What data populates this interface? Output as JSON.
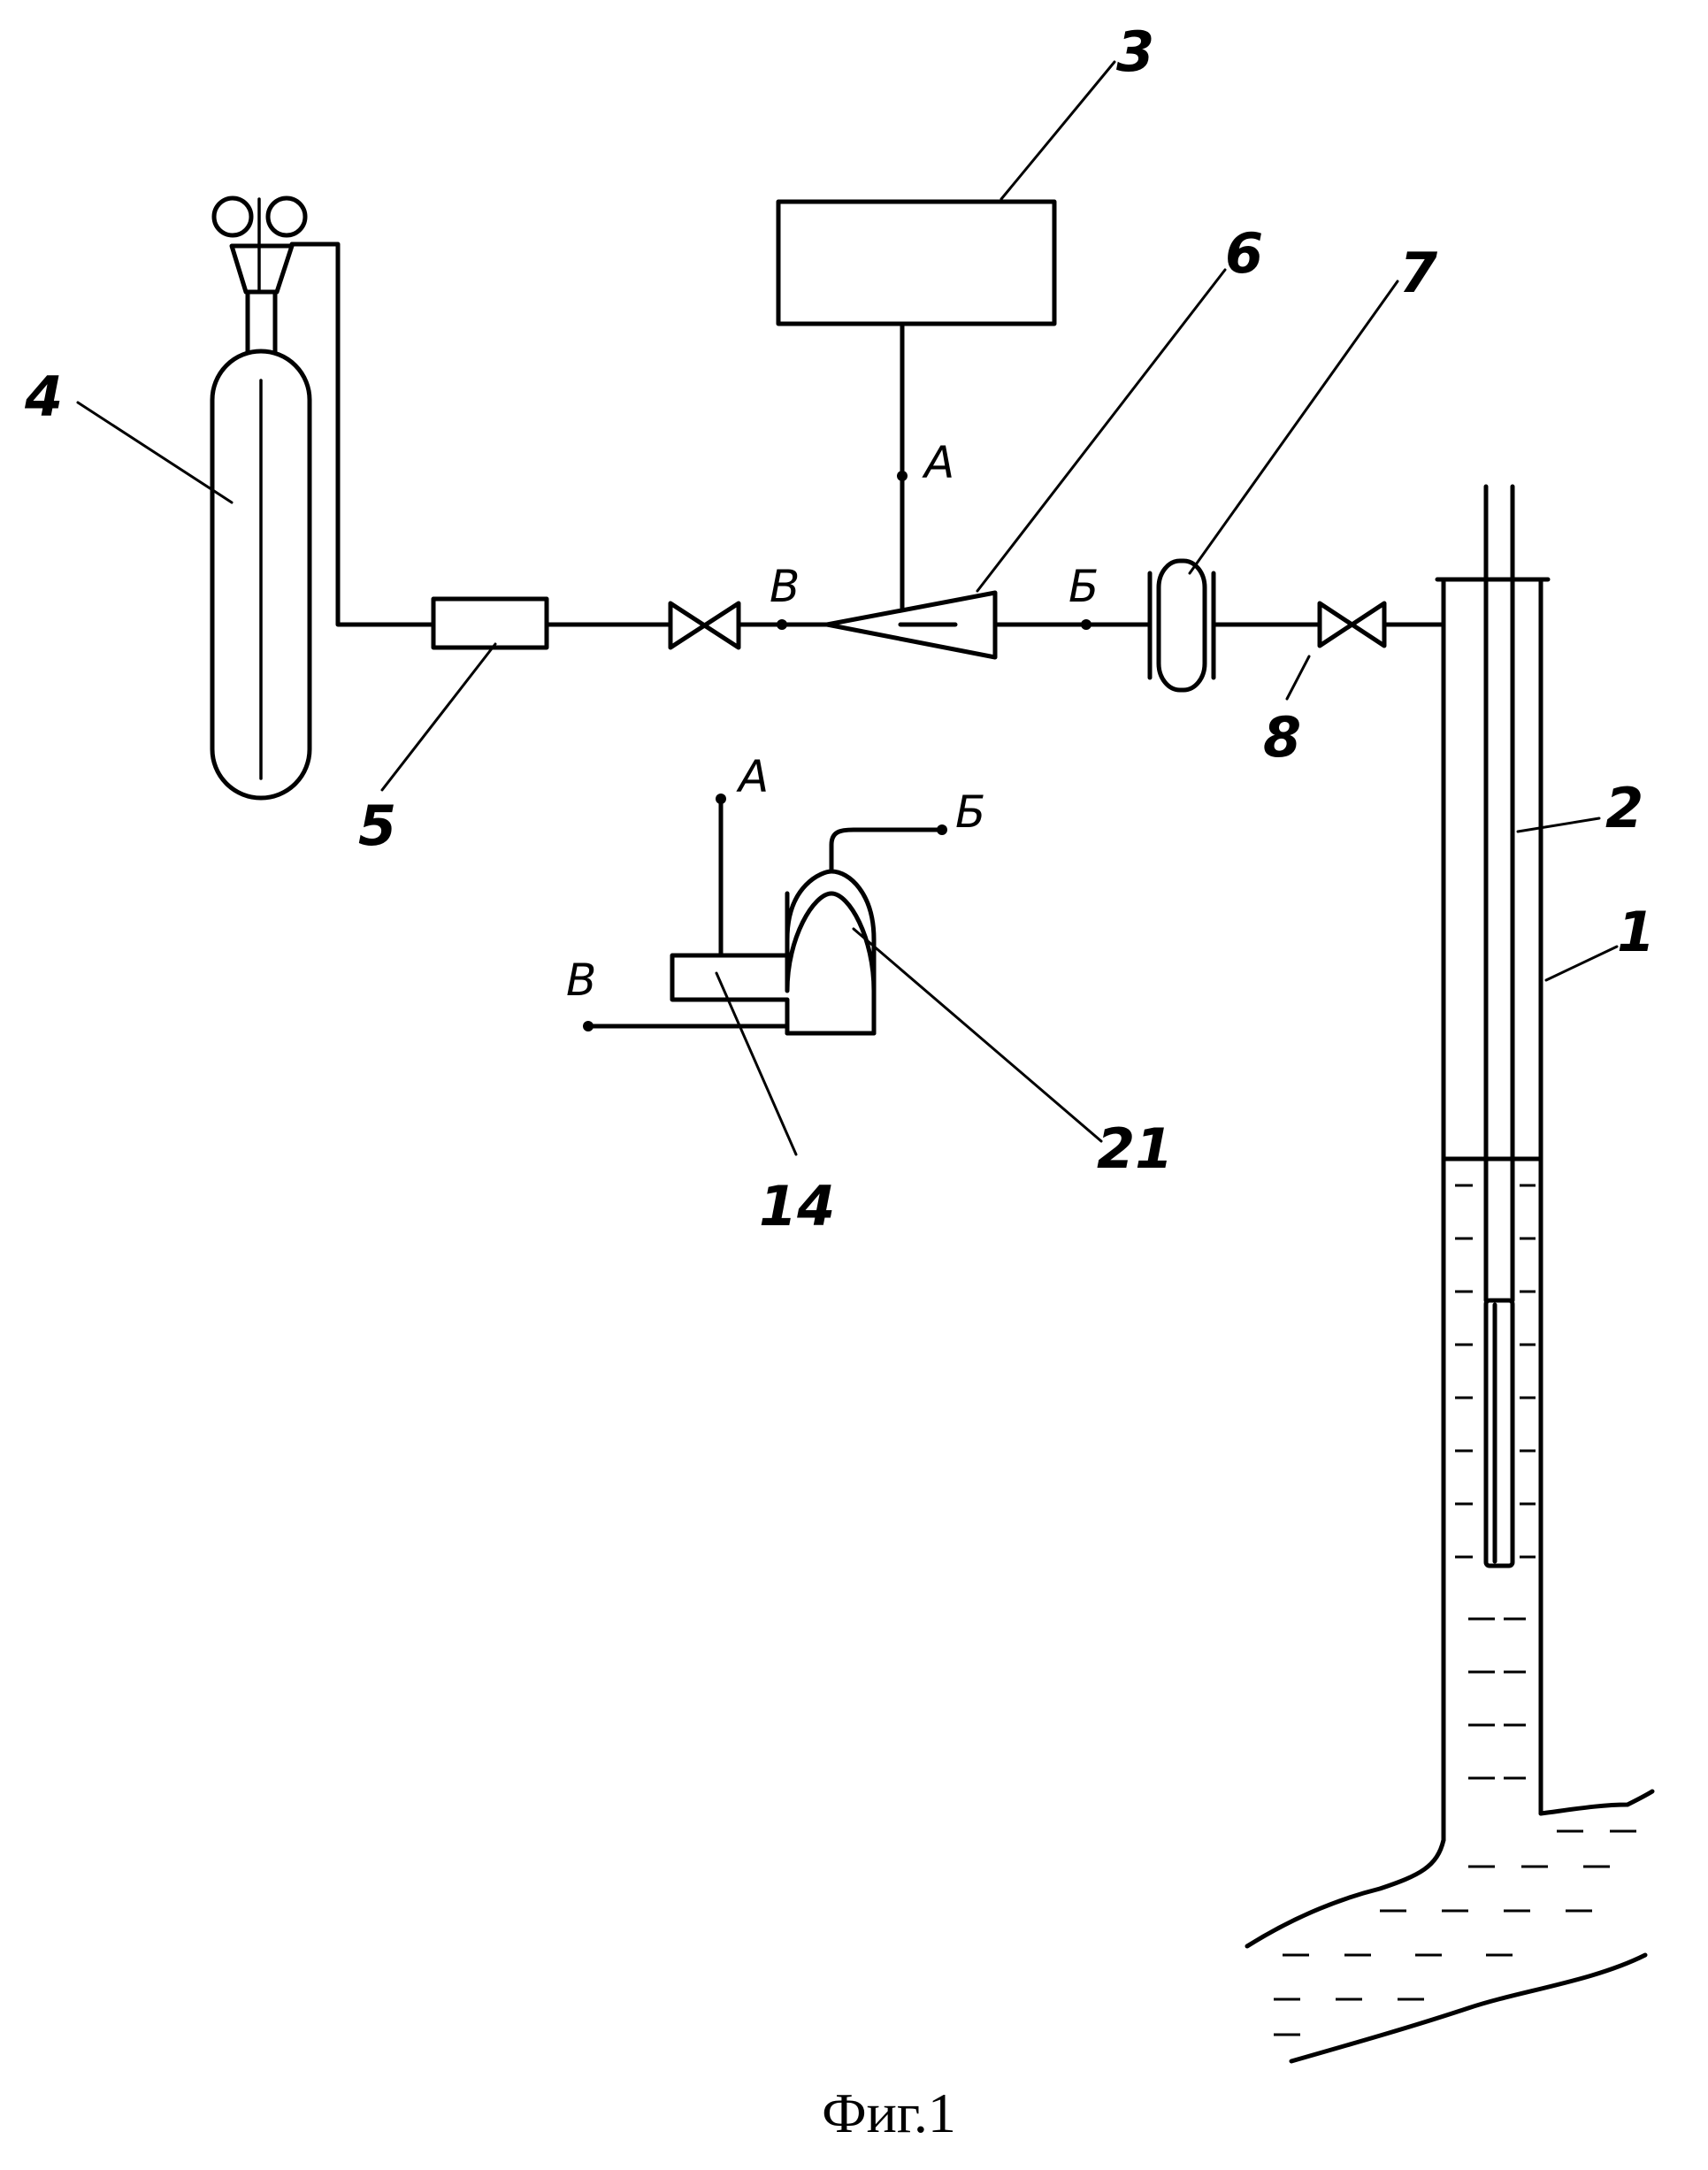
{
  "labels": {
    "n1": "1",
    "n2": "2",
    "n3": "3",
    "n4": "4",
    "n5": "5",
    "n6": "6",
    "n7": "7",
    "n8": "8",
    "n14": "14",
    "n21": "21"
  },
  "points": {
    "a": "А",
    "b": "Б",
    "v": "В"
  },
  "caption": "Фиг.1"
}
